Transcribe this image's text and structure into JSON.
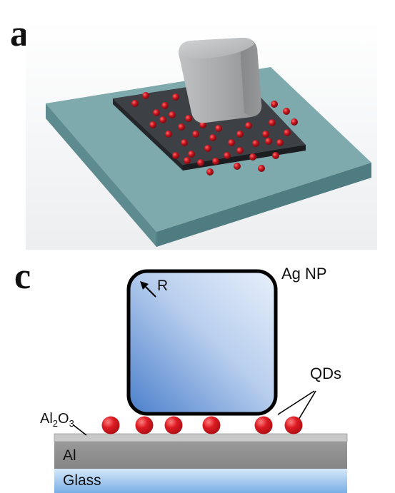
{
  "panel_a": {
    "letter": "a",
    "colors": {
      "substrate_top": "#7aa6aa",
      "substrate_side": "#5f8d92",
      "film": "#3c3f44",
      "quantum_dot": "#b3121d",
      "cube": "#a8aaac"
    }
  },
  "panel_c": {
    "letter": "c",
    "labels": {
      "nanoparticle": "Ag NP",
      "radius": "R",
      "quantum_dots": "QDs",
      "oxide_main": "Al",
      "oxide_sub1": "2",
      "oxide_mid": "O",
      "oxide_sub2": "3",
      "metal_layer": "Al",
      "substrate": "Glass"
    },
    "colors": {
      "cube_fill_light": "#dbe8f8",
      "cube_fill_dark": "#4f82cc",
      "cube_outline": "#000000",
      "quantum_dot": "#d6161d",
      "oxide_layer": "#c7c7c7",
      "al_layer": "#8c8c8c",
      "glass_top": "#cfe3f6",
      "glass_bottom": "#7fb2e8"
    }
  }
}
